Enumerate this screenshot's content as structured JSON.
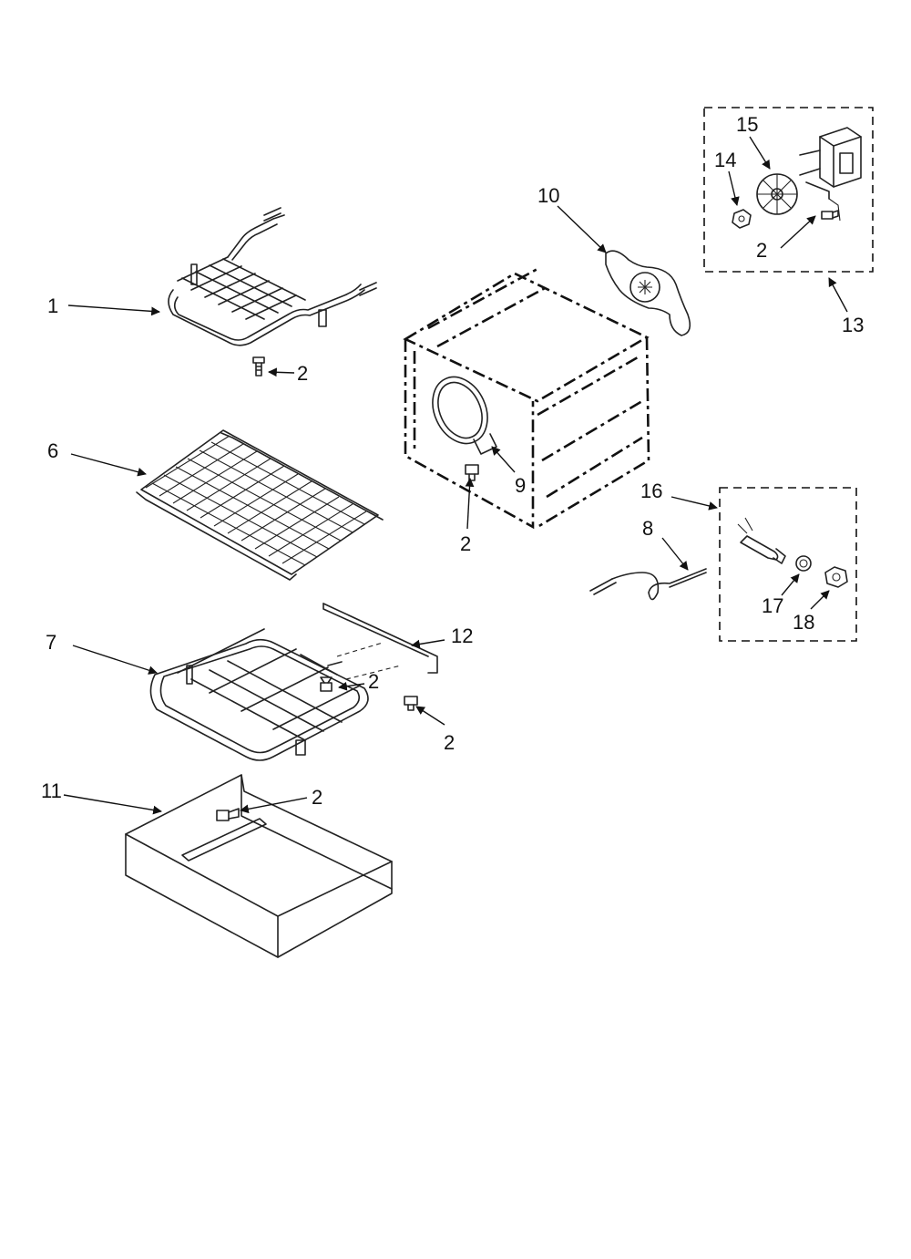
{
  "labels": {
    "l1": "1",
    "l2a": "2",
    "l2b": "2",
    "l2c": "2",
    "l2d": "2",
    "l2e": "2",
    "l2f": "2",
    "l6": "6",
    "l7": "7",
    "l8": "8",
    "l9": "9",
    "l10": "10",
    "l11": "11",
    "l12": "12",
    "l13": "13",
    "l14": "14",
    "l15": "15",
    "l16": "16",
    "l17": "17",
    "l18": "18"
  }
}
